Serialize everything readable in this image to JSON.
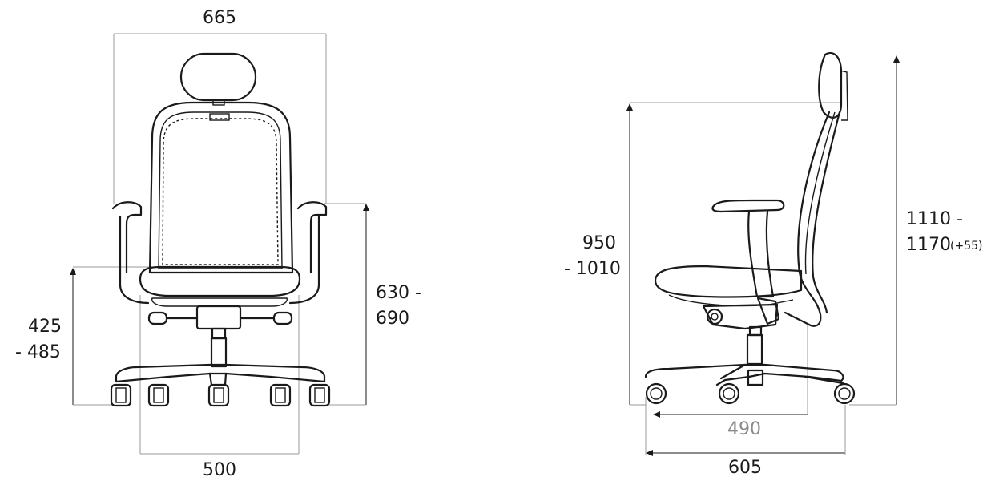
{
  "front_view": {
    "overall_width": "665",
    "seat_width": "500",
    "seat_height_line1": "425",
    "seat_height_line2": "- 485",
    "armrest_height_line1": "630 -",
    "armrest_height_line2": "690"
  },
  "side_view": {
    "backrest_height_line1": "950",
    "backrest_height_line2": "- 1010",
    "overall_height_line1": "1110 -",
    "overall_height_line2": "1170",
    "headrest_adjust": "(+55)",
    "seat_depth": "490",
    "overall_depth": "605"
  },
  "colors": {
    "line": "#1a1a1a",
    "guide": "#9a9a9a",
    "muted_text": "#8a8a8a"
  }
}
